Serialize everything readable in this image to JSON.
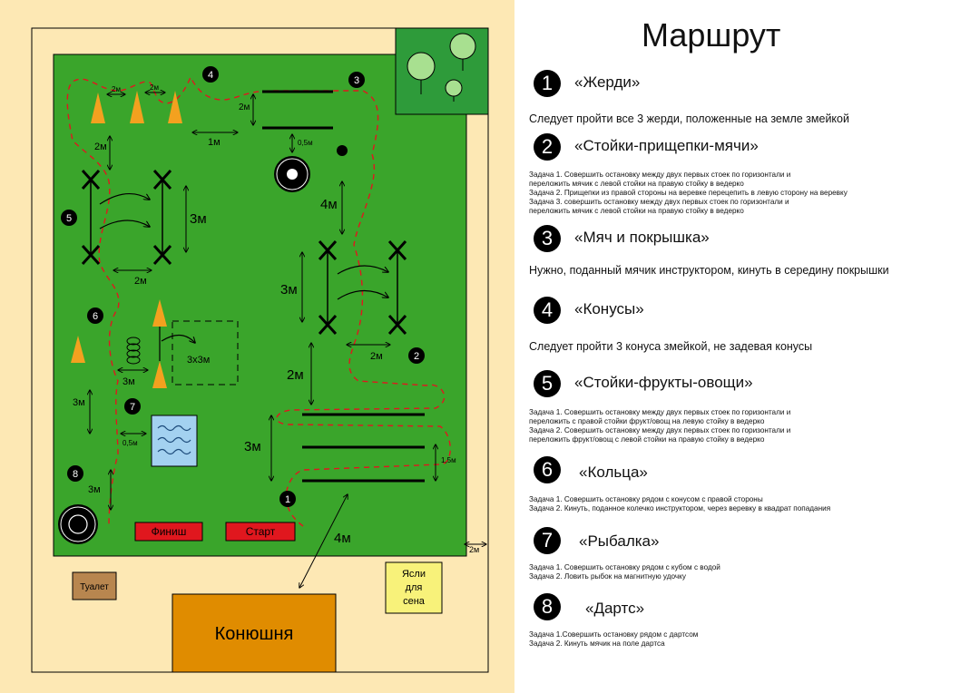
{
  "colors": {
    "field": "#3aa52b",
    "sand": "#fde8b4",
    "trees": "#2e9b3a",
    "stable": "#e08c00",
    "cone": "#f3a11f",
    "water": "#a3d1f0",
    "label_red": "#e0171e",
    "path": "#e0171e"
  },
  "panel": {
    "title": "Маршрут",
    "stations": [
      {
        "num": "1",
        "title": "«Жерди»",
        "desc": "Следует пройти все 3 жерди, положенные на земле змейкой",
        "tasks": []
      },
      {
        "num": "2",
        "title": "«Стойки-прищепки-мячи»",
        "desc": "",
        "tasks": [
          "Задача 1. Совершить остановку между двух первых стоек по горизонтали и",
          "переложить мячик с левой стойки на правую стойку в ведерко",
          "Задача 2. Прищепки из правой стороны на веревке перецепить в левую сторону на веревку",
          "Задача 3. совершить остановку между двух первых стоек по горизонтали и",
          "переложить мячик с левой стойки на правую стойку в ведерко"
        ]
      },
      {
        "num": "3",
        "title": "«Мяч и покрышка»",
        "desc": "Нужно, поданный мячик инструктором, кинуть в середину покрышки",
        "tasks": []
      },
      {
        "num": "4",
        "title": "«Конусы»",
        "desc": "Следует пройти 3 конуса змейкой, не задевая конусы",
        "tasks": []
      },
      {
        "num": "5",
        "title": "«Стойки-фрукты-овощи»",
        "desc": "",
        "tasks": [
          "Задача 1. Совершить остановку между двух первых стоек по горизонтали и",
          "переложить с правой стойки фрукт/овощ на левую стойку в ведерко",
          "Задача 2. Совершить остановку между двух первых стоек по горизонтали и",
          "переложить фрукт/овощ с левой стойки на правую стойку в ведерко"
        ]
      },
      {
        "num": "6",
        "title": "«Кольца»",
        "desc": "",
        "tasks": [
          "Задача 1. Совершить остановку рядом с конусом с правой стороны",
          "Задача 2. Кинуть, поданное колечко инструктором, через веревку в квадрат попадания"
        ]
      },
      {
        "num": "7",
        "title": "«Рыбалка»",
        "desc": "",
        "tasks": [
          "Задача 1. Совершить остановку рядом с кубом с водой",
          "Задача 2. Ловить рыбок на магнитную удочку"
        ]
      },
      {
        "num": "8",
        "title": "«Дартс»",
        "desc": "",
        "tasks": [
          "Задача 1.Совершить остановку рядом с  дартсом",
          "Задача 2. Кинуть мячик на поле дартса"
        ]
      }
    ]
  },
  "map": {
    "markers": [
      "1",
      "2",
      "3",
      "4",
      "5",
      "6",
      "7",
      "8"
    ],
    "dims": {
      "d_2m_a": "2м",
      "d_2m_b": "2м",
      "d_2m_c": "2м",
      "d_1m": "1м",
      "d_05m_a": "0,5м",
      "d_2m_d": "2м",
      "d_3m_a": "3м",
      "d_2m_e": "2м",
      "d_4m_a": "4м",
      "d_3m_b": "3м",
      "d_2m_f": "2м",
      "d_3x3m": "3х3м",
      "d_3m_c": "3м",
      "d_3m_d": "3м",
      "d_05m_b": "0,5м",
      "d_2m_g": "2м",
      "d_3m_e": "3м",
      "d_15m": "1,5м",
      "d_3m_f": "3м",
      "d_4m_b": "4м",
      "d_2m_h": "2м"
    },
    "finish_label": "Финиш",
    "start_label": "Старт",
    "toilet_label": "Туалет",
    "hay_label": [
      "Ясли",
      "для",
      "сена"
    ],
    "stable_label": "Конюшня"
  }
}
